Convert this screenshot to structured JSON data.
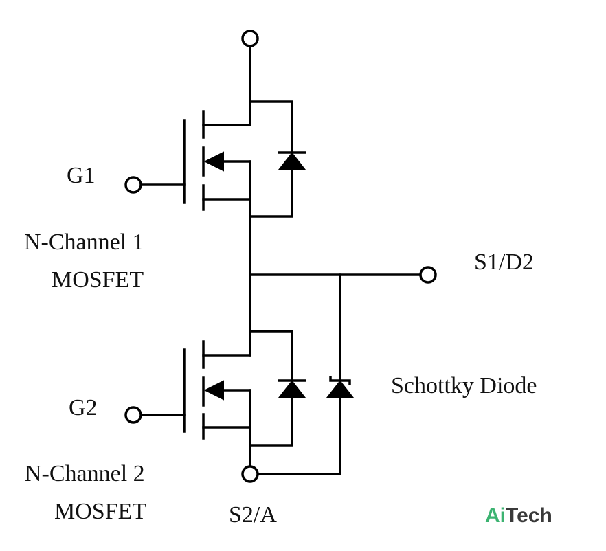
{
  "labels": {
    "g1": "G1",
    "g2": "G2",
    "ch1_line1": "N-Channel 1",
    "ch1_line2": "MOSFET",
    "ch2_line1": "N-Channel 2",
    "ch2_line2": "MOSFET",
    "s1d2": "S1/D2",
    "s2a": "S2/A",
    "schottky": "Schottky Diode"
  },
  "watermark": {
    "text_ai": "Ai",
    "text_tech": "Tech",
    "color_ai": "#3cb371",
    "color_tech": "#3a3a3a"
  },
  "colors": {
    "line": "#000000",
    "background": "#ffffff"
  }
}
